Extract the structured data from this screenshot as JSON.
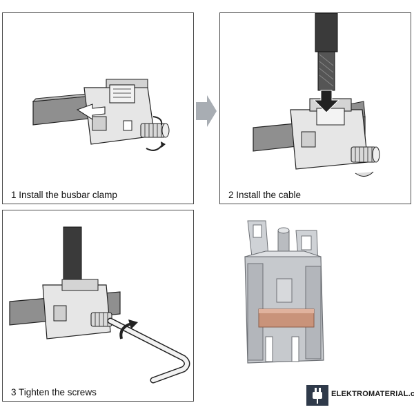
{
  "steps": [
    {
      "caption": "1 Install the busbar clamp"
    },
    {
      "caption": "2 Install the cable"
    },
    {
      "caption": "3 Tighten the screws"
    }
  ],
  "logo": {
    "text": "ELEKTROMATERIAL.cz"
  },
  "colors": {
    "outline": "#222222",
    "metal_light": "#e6e6e6",
    "metal_mid": "#bdbdbd",
    "busbar": "#8a8a8a",
    "cable": "#3a3a3a",
    "copper": "#c9937a",
    "arrow": "#a8adb3"
  }
}
